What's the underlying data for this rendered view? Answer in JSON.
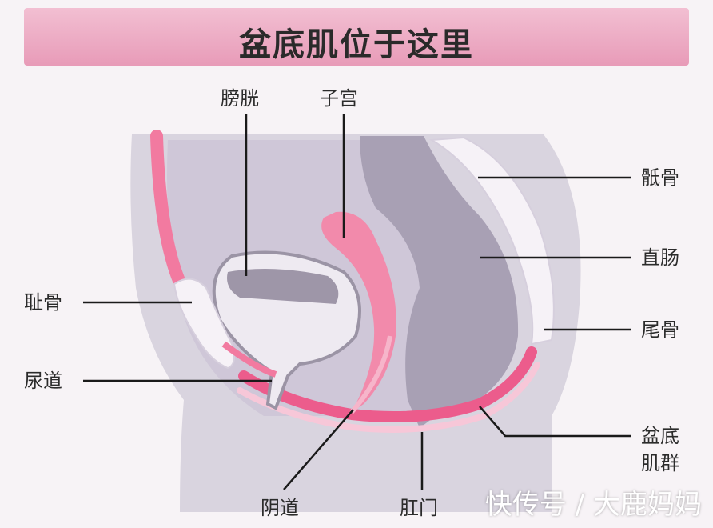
{
  "title": "盆底肌位于这里",
  "labels": {
    "bladder": "膀胱",
    "uterus": "子宫",
    "sacrum": "骶骨",
    "rectum": "直肠",
    "pubic_bone": "耻骨",
    "coccyx": "尾骨",
    "urethra": "尿道",
    "pelvic_floor_line1": "盆底",
    "pelvic_floor_line2": "肌群",
    "vagina": "阴道",
    "anus": "肛门"
  },
  "watermark": "快传号 / 大鹿妈妈",
  "colors": {
    "banner": "#e89bb8",
    "muscle_pink": "#f06292",
    "tissue_lavender": "#c9c0d4",
    "organ_dark": "#a79fb1",
    "line": "#1a1a1a"
  }
}
